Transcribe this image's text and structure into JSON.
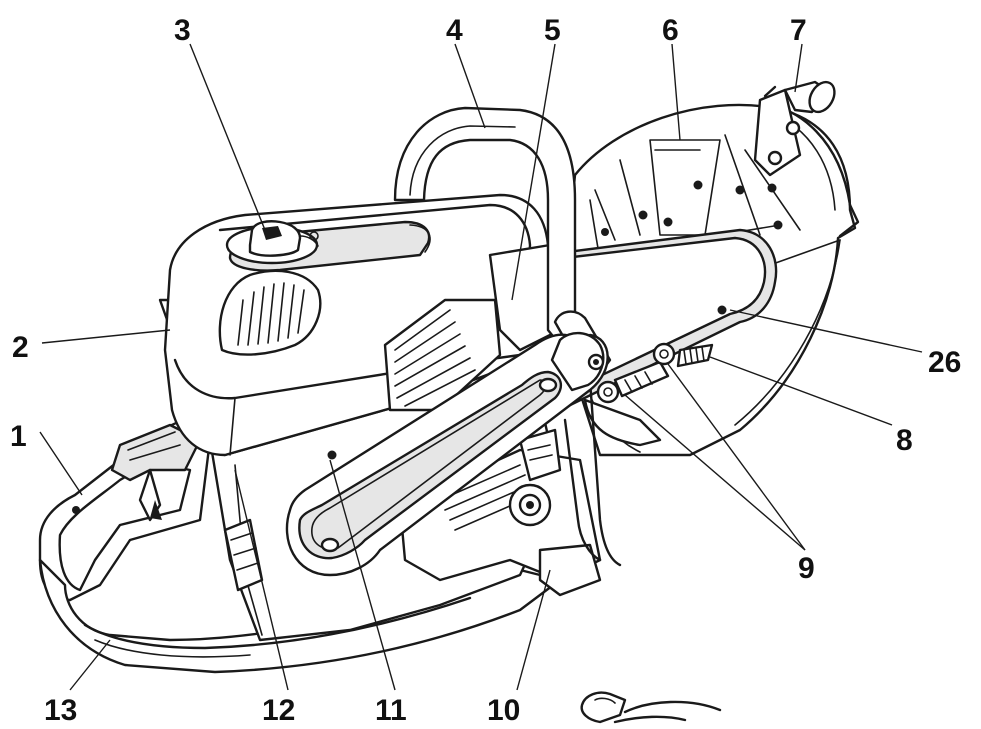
{
  "callouts": [
    {
      "id": "c1",
      "label": "1"
    },
    {
      "id": "c2",
      "label": "2"
    },
    {
      "id": "c3",
      "label": "3"
    },
    {
      "id": "c4",
      "label": "4"
    },
    {
      "id": "c5",
      "label": "5"
    },
    {
      "id": "c6",
      "label": "6"
    },
    {
      "id": "c7",
      "label": "7"
    },
    {
      "id": "c8",
      "label": "8"
    },
    {
      "id": "c9",
      "label": "9"
    },
    {
      "id": "c10",
      "label": "10"
    },
    {
      "id": "c11",
      "label": "11"
    },
    {
      "id": "c12",
      "label": "12"
    },
    {
      "id": "c13",
      "label": "13"
    },
    {
      "id": "c26",
      "label": "26"
    }
  ]
}
